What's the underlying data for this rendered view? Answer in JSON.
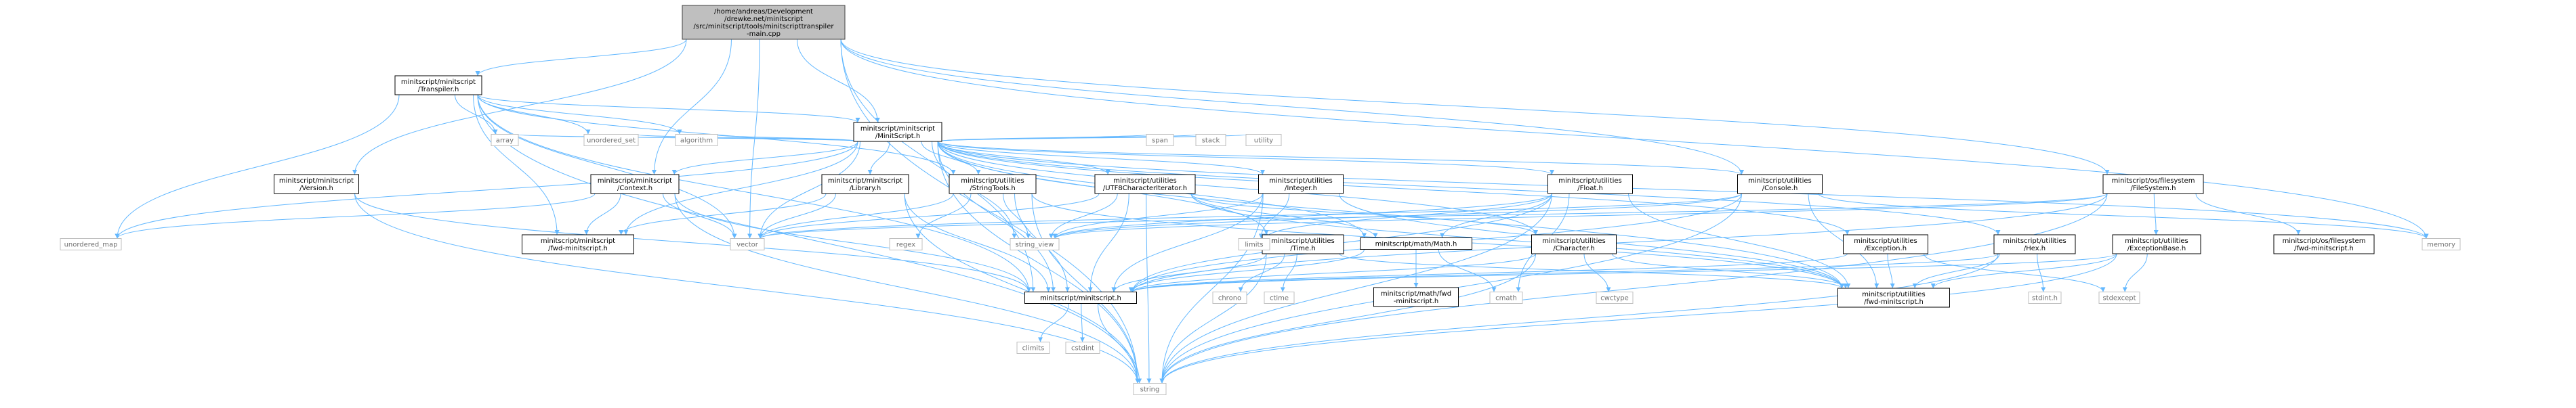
{
  "diagram": {
    "nodes": [
      {
        "id": "main",
        "kind": "root",
        "lines": [
          "/home/andreas/Development",
          "/drewke.net/minitscript",
          "/src/minitscript/tools/minitscripttranspiler",
          "-main.cpp"
        ]
      },
      {
        "id": "transpiler",
        "kind": "internal",
        "lines": [
          "minitscript/minitscript",
          "/Transpiler.h"
        ]
      },
      {
        "id": "minitscript",
        "kind": "internal",
        "lines": [
          "minitscript/minitscript",
          "/MinitScript.h"
        ]
      },
      {
        "id": "version",
        "kind": "internal",
        "lines": [
          "minitscript/minitscript",
          "/Version.h"
        ]
      },
      {
        "id": "context",
        "kind": "internal",
        "lines": [
          "minitscript/minitscript",
          "/Context.h"
        ]
      },
      {
        "id": "library",
        "kind": "internal",
        "lines": [
          "minitscript/minitscript",
          "/Library.h"
        ]
      },
      {
        "id": "stringtools",
        "kind": "internal",
        "lines": [
          "minitscript/utilities",
          "/StringTools.h"
        ]
      },
      {
        "id": "utf8",
        "kind": "internal",
        "lines": [
          "minitscript/utilities",
          "/UTF8CharacterIterator.h"
        ]
      },
      {
        "id": "integer",
        "kind": "internal",
        "lines": [
          "minitscript/utilities",
          "/Integer.h"
        ]
      },
      {
        "id": "time",
        "kind": "internal",
        "lines": [
          "minitscript/utilities",
          "/Time.h"
        ]
      },
      {
        "id": "float",
        "kind": "internal",
        "lines": [
          "minitscript/utilities",
          "/Float.h"
        ]
      },
      {
        "id": "math",
        "kind": "internal",
        "lines": [
          "minitscript/math/Math.h"
        ]
      },
      {
        "id": "mathfwd",
        "kind": "internal",
        "lines": [
          "minitscript/math/fwd",
          "-minitscript.h"
        ]
      },
      {
        "id": "console",
        "kind": "internal",
        "lines": [
          "minitscript/utilities",
          "/Console.h"
        ]
      },
      {
        "id": "character",
        "kind": "internal",
        "lines": [
          "minitscript/utilities",
          "/Character.h"
        ]
      },
      {
        "id": "exception",
        "kind": "internal",
        "lines": [
          "minitscript/utilities",
          "/Exception.h"
        ]
      },
      {
        "id": "hex",
        "kind": "internal",
        "lines": [
          "minitscript/utilities",
          "/Hex.h"
        ]
      },
      {
        "id": "filesystem",
        "kind": "internal",
        "lines": [
          "minitscript/os/filesystem",
          "/FileSystem.h"
        ]
      },
      {
        "id": "exceptionbase",
        "kind": "internal",
        "lines": [
          "minitscript/utilities",
          "/ExceptionBase.h"
        ]
      },
      {
        "id": "osfwd",
        "kind": "internal",
        "lines": [
          "minitscript/os/filesystem",
          "/fwd-minitscript.h"
        ]
      },
      {
        "id": "msfwd",
        "kind": "internal",
        "lines": [
          "minitscript/minitscript",
          "/fwd-minitscript.h"
        ]
      },
      {
        "id": "mscore",
        "kind": "internal",
        "lines": [
          "minitscript/minitscript.h"
        ]
      },
      {
        "id": "utilfwd",
        "kind": "internal",
        "lines": [
          "minitscript/utilities",
          "/fwd-minitscript.h"
        ]
      },
      {
        "id": "array",
        "kind": "external",
        "lines": [
          "array"
        ]
      },
      {
        "id": "unordered_set",
        "kind": "external",
        "lines": [
          "unordered_set"
        ]
      },
      {
        "id": "algorithm",
        "kind": "external",
        "lines": [
          "algorithm"
        ]
      },
      {
        "id": "span",
        "kind": "external",
        "lines": [
          "span"
        ]
      },
      {
        "id": "stack",
        "kind": "external",
        "lines": [
          "stack"
        ]
      },
      {
        "id": "utility",
        "kind": "external",
        "lines": [
          "utility"
        ]
      },
      {
        "id": "memory",
        "kind": "external",
        "lines": [
          "memory"
        ]
      },
      {
        "id": "unordered_map",
        "kind": "external",
        "lines": [
          "unordered_map"
        ]
      },
      {
        "id": "vector",
        "kind": "external",
        "lines": [
          "vector"
        ]
      },
      {
        "id": "regex",
        "kind": "external",
        "lines": [
          "regex"
        ]
      },
      {
        "id": "string_view",
        "kind": "external",
        "lines": [
          "string_view"
        ]
      },
      {
        "id": "limits",
        "kind": "external",
        "lines": [
          "limits"
        ]
      },
      {
        "id": "chrono",
        "kind": "external",
        "lines": [
          "chrono"
        ]
      },
      {
        "id": "ctime",
        "kind": "external",
        "lines": [
          "ctime"
        ]
      },
      {
        "id": "cmath",
        "kind": "external",
        "lines": [
          "cmath"
        ]
      },
      {
        "id": "cwctype",
        "kind": "external",
        "lines": [
          "cwctype"
        ]
      },
      {
        "id": "stdint",
        "kind": "external",
        "lines": [
          "stdint.h"
        ]
      },
      {
        "id": "stdexcept",
        "kind": "external",
        "lines": [
          "stdexcept"
        ]
      },
      {
        "id": "climits",
        "kind": "external",
        "lines": [
          "climits"
        ]
      },
      {
        "id": "cstdint",
        "kind": "external",
        "lines": [
          "cstdint"
        ]
      },
      {
        "id": "string",
        "kind": "external",
        "lines": [
          "string"
        ]
      }
    ],
    "edges": [
      [
        "main",
        "transpiler"
      ],
      [
        "main",
        "minitscript"
      ],
      [
        "main",
        "version"
      ],
      [
        "main",
        "context"
      ],
      [
        "main",
        "console"
      ],
      [
        "main",
        "filesystem"
      ],
      [
        "main",
        "mscore"
      ],
      [
        "main",
        "vector"
      ],
      [
        "main",
        "memory"
      ],
      [
        "main",
        "string"
      ],
      [
        "transpiler",
        "minitscript"
      ],
      [
        "transpiler",
        "array"
      ],
      [
        "transpiler",
        "unordered_set"
      ],
      [
        "transpiler",
        "algorithm"
      ],
      [
        "transpiler",
        "unordered_map"
      ],
      [
        "transpiler",
        "vector"
      ],
      [
        "transpiler",
        "msfwd"
      ],
      [
        "transpiler",
        "mscore"
      ],
      [
        "transpiler",
        "string"
      ],
      [
        "transpiler",
        "stringtools"
      ],
      [
        "minitscript",
        "array"
      ],
      [
        "minitscript",
        "unordered_set"
      ],
      [
        "minitscript",
        "algorithm"
      ],
      [
        "minitscript",
        "span"
      ],
      [
        "minitscript",
        "stack"
      ],
      [
        "minitscript",
        "utility"
      ],
      [
        "minitscript",
        "memory"
      ],
      [
        "minitscript",
        "unordered_map"
      ],
      [
        "minitscript",
        "vector"
      ],
      [
        "minitscript",
        "context"
      ],
      [
        "minitscript",
        "library"
      ],
      [
        "minitscript",
        "stringtools"
      ],
      [
        "minitscript",
        "utf8"
      ],
      [
        "minitscript",
        "integer"
      ],
      [
        "minitscript",
        "time"
      ],
      [
        "minitscript",
        "float"
      ],
      [
        "minitscript",
        "console"
      ],
      [
        "minitscript",
        "character"
      ],
      [
        "minitscript",
        "exception"
      ],
      [
        "minitscript",
        "hex"
      ],
      [
        "minitscript",
        "msfwd"
      ],
      [
        "minitscript",
        "mscore"
      ],
      [
        "minitscript",
        "utilfwd"
      ],
      [
        "minitscript",
        "math"
      ],
      [
        "minitscript",
        "string_view"
      ],
      [
        "minitscript",
        "string"
      ],
      [
        "version",
        "mscore"
      ],
      [
        "version",
        "string"
      ],
      [
        "context",
        "unordered_map"
      ],
      [
        "context",
        "vector"
      ],
      [
        "context",
        "msfwd"
      ],
      [
        "context",
        "mscore"
      ],
      [
        "context",
        "string"
      ],
      [
        "library",
        "msfwd"
      ],
      [
        "library",
        "mscore"
      ],
      [
        "library",
        "vector"
      ],
      [
        "library",
        "string"
      ],
      [
        "stringtools",
        "vector"
      ],
      [
        "stringtools",
        "regex"
      ],
      [
        "stringtools",
        "string_view"
      ],
      [
        "stringtools",
        "mscore"
      ],
      [
        "stringtools",
        "utilfwd"
      ],
      [
        "stringtools",
        "string"
      ],
      [
        "utf8",
        "vector"
      ],
      [
        "utf8",
        "string_view"
      ],
      [
        "utf8",
        "mscore"
      ],
      [
        "utf8",
        "utilfwd"
      ],
      [
        "utf8",
        "string"
      ],
      [
        "utf8",
        "math"
      ],
      [
        "utf8",
        "character"
      ],
      [
        "integer",
        "string_view"
      ],
      [
        "integer",
        "mscore"
      ],
      [
        "integer",
        "utilfwd"
      ],
      [
        "integer",
        "string"
      ],
      [
        "integer",
        "limits"
      ],
      [
        "time",
        "chrono"
      ],
      [
        "time",
        "ctime"
      ],
      [
        "time",
        "mscore"
      ],
      [
        "time",
        "utilfwd"
      ],
      [
        "time",
        "string"
      ],
      [
        "float",
        "limits"
      ],
      [
        "float",
        "string_view"
      ],
      [
        "float",
        "math"
      ],
      [
        "float",
        "mscore"
      ],
      [
        "float",
        "utilfwd"
      ],
      [
        "float",
        "cmath"
      ],
      [
        "float",
        "string"
      ],
      [
        "math",
        "mathfwd"
      ],
      [
        "math",
        "mscore"
      ],
      [
        "math",
        "cmath"
      ],
      [
        "console",
        "memory"
      ],
      [
        "console",
        "vector"
      ],
      [
        "console",
        "string_view"
      ],
      [
        "console",
        "mscore"
      ],
      [
        "console",
        "utilfwd"
      ],
      [
        "console",
        "string"
      ],
      [
        "character",
        "cwctype"
      ],
      [
        "character",
        "mscore"
      ],
      [
        "character",
        "utilfwd"
      ],
      [
        "character",
        "string"
      ],
      [
        "exception",
        "mscore"
      ],
      [
        "exception",
        "utilfwd"
      ],
      [
        "exception",
        "stdexcept"
      ],
      [
        "hex",
        "stdint"
      ],
      [
        "hex",
        "mscore"
      ],
      [
        "hex",
        "utilfwd"
      ],
      [
        "hex",
        "string"
      ],
      [
        "filesystem",
        "exceptionbase"
      ],
      [
        "filesystem",
        "osfwd"
      ],
      [
        "filesystem",
        "mscore"
      ],
      [
        "filesystem",
        "string"
      ],
      [
        "filesystem",
        "vector"
      ],
      [
        "filesystem",
        "string_view"
      ],
      [
        "exceptionbase",
        "stdexcept"
      ],
      [
        "exceptionbase",
        "mscore"
      ],
      [
        "exceptionbase",
        "utilfwd"
      ],
      [
        "exceptionbase",
        "string"
      ],
      [
        "mscore",
        "climits"
      ],
      [
        "mscore",
        "cstdint"
      ],
      [
        "mscore",
        "string"
      ]
    ]
  }
}
